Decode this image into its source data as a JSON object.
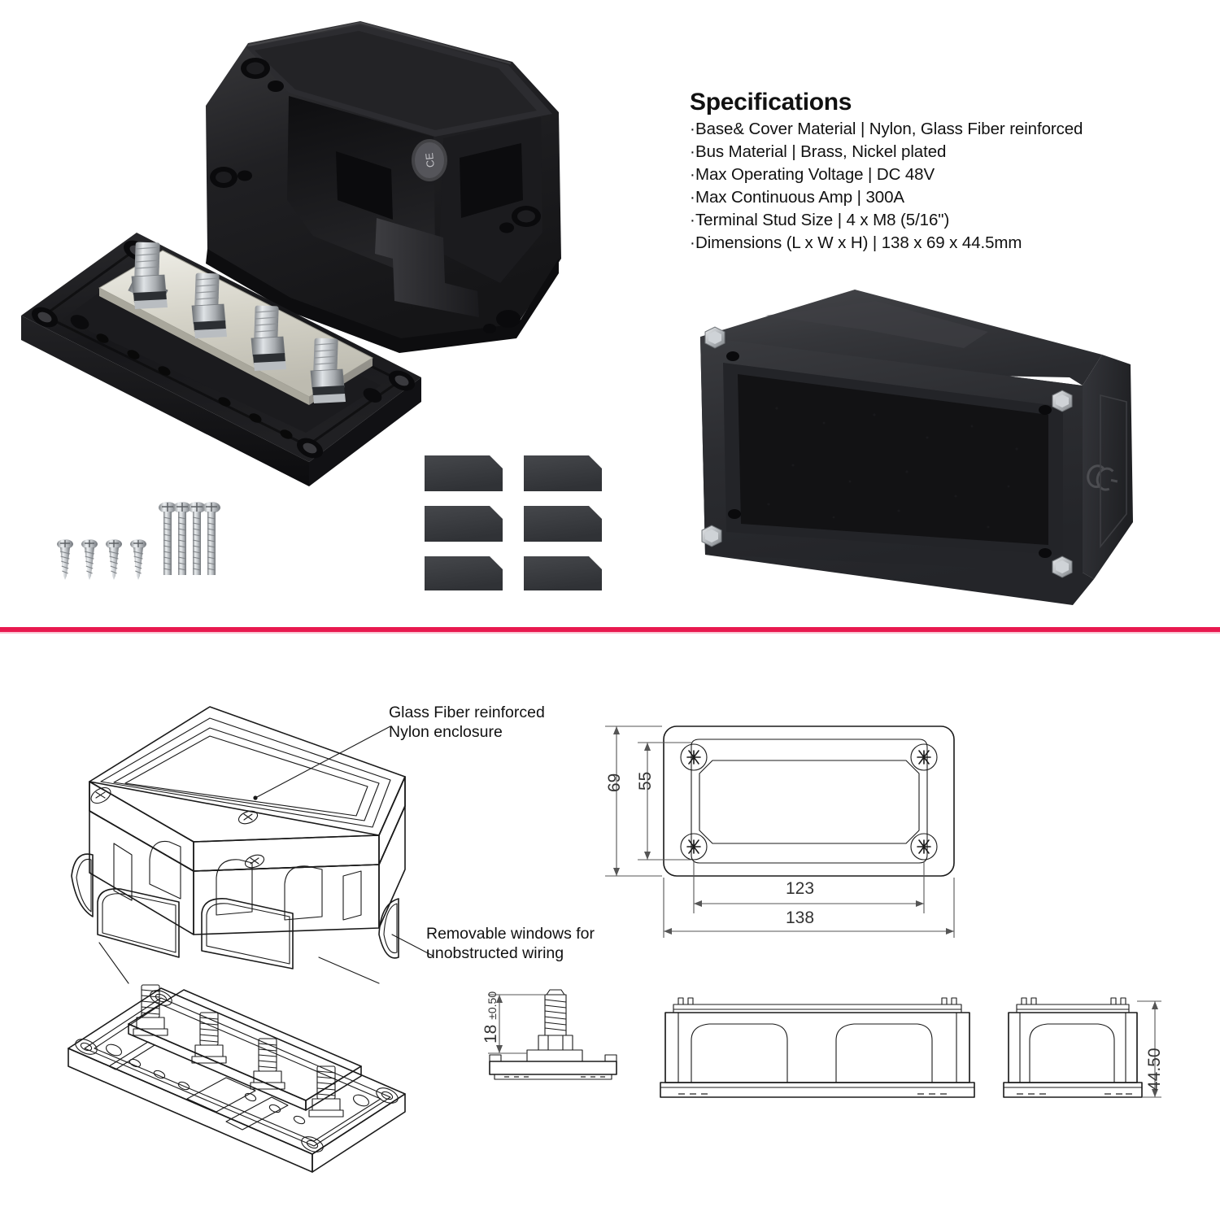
{
  "page": {
    "background": "#ffffff",
    "divider_color": "#E8194F"
  },
  "specifications": {
    "title": "Specifications",
    "bullet": "·",
    "items": [
      "Base& Cover Material | Nylon, Glass Fiber reinforced",
      "Bus Material | Brass, Nickel plated",
      "Max Operating Voltage | DC 48V",
      "Max Continuous Amp | 300A",
      "Terminal Stud Size | 4 x M8 (5/16\")",
      "Dimensions (L x W x H) | 138 x 69 x 44.5mm"
    ]
  },
  "product_photos": {
    "cover": {
      "name": "Glass fiber reinforced nylon cover shell",
      "color": "#1c1c1e"
    },
    "base": {
      "name": "Base plate with bus bar and four M8 studs",
      "color": "#16161a",
      "stud_count": 4,
      "busbar_color": "#d8d6cd"
    },
    "windows": {
      "name": "Removable window panels",
      "count": 6,
      "color": "#3a3c40"
    },
    "screws": {
      "name": "Mounting screws",
      "short_count": 4,
      "long_count": 4,
      "color": "#b8bcc0"
    },
    "assembled": {
      "name": "Assembled busbar box",
      "color": "#2b2b2d",
      "marking": "CE"
    }
  },
  "technical_drawing": {
    "callouts": [
      {
        "line1": "Glass Fiber reinforced",
        "line2": "Nylon enclosure"
      },
      {
        "line1": "Removable windows for",
        "line2": "unobstructed wiring"
      }
    ],
    "dimensions": {
      "height_overall": "69",
      "height_inner": "55",
      "length_inner": "123",
      "length_overall": "138",
      "stud_height": "18",
      "stud_tolerance": "±0.50",
      "box_height": "44.50"
    },
    "views": {
      "exploded": "Exploded isometric view",
      "top": "Top view with screw bosses",
      "stud_detail": "Stud side elevation",
      "front": "Front elevation",
      "side": "Side elevation"
    }
  }
}
